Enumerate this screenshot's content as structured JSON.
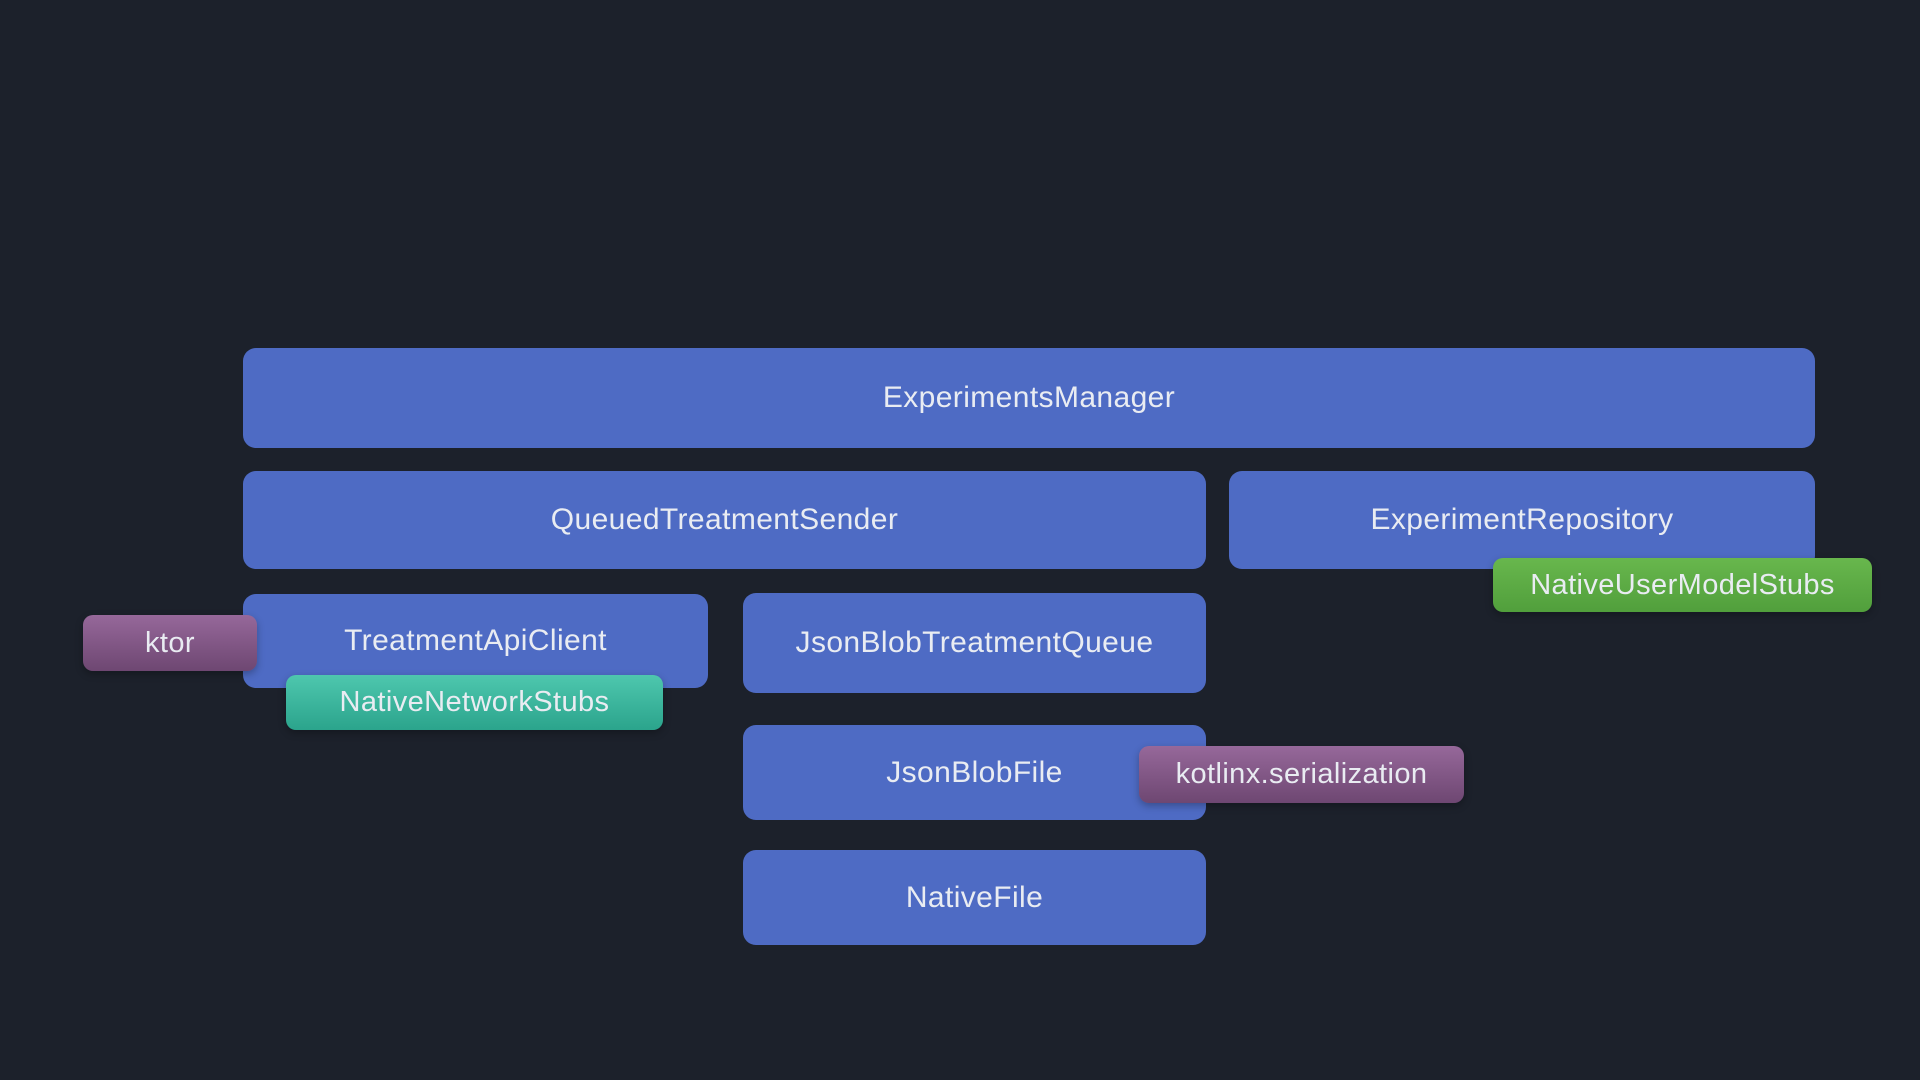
{
  "diagram": {
    "nodes": {
      "experiments_manager": {
        "label": "ExperimentsManager",
        "type": "component"
      },
      "queued_treatment_sender": {
        "label": "QueuedTreatmentSender",
        "type": "component"
      },
      "experiment_repository": {
        "label": "ExperimentRepository",
        "type": "component"
      },
      "native_user_model_stubs": {
        "label": "NativeUserModelStubs",
        "type": "stub"
      },
      "ktor": {
        "label": "ktor",
        "type": "library"
      },
      "treatment_api_client": {
        "label": "TreatmentApiClient",
        "type": "component"
      },
      "json_blob_treatment_queue": {
        "label": "JsonBlobTreatmentQueue",
        "type": "component"
      },
      "native_network_stubs": {
        "label": "NativeNetworkStubs",
        "type": "stub"
      },
      "json_blob_file": {
        "label": "JsonBlobFile",
        "type": "component"
      },
      "kotlinx_serialization": {
        "label": "kotlinx.serialization",
        "type": "library"
      },
      "native_file": {
        "label": "NativeFile",
        "type": "component"
      }
    },
    "colors": {
      "background": "#1c212b",
      "component": "#4e6bc4",
      "library_top": "#96689a",
      "library_bottom": "#6e4772",
      "teal_top": "#4ec7ae",
      "teal_bottom": "#2ba48c",
      "green_top": "#68b74d",
      "green_bottom": "#519f3c",
      "text": "#e9ecf2"
    }
  }
}
